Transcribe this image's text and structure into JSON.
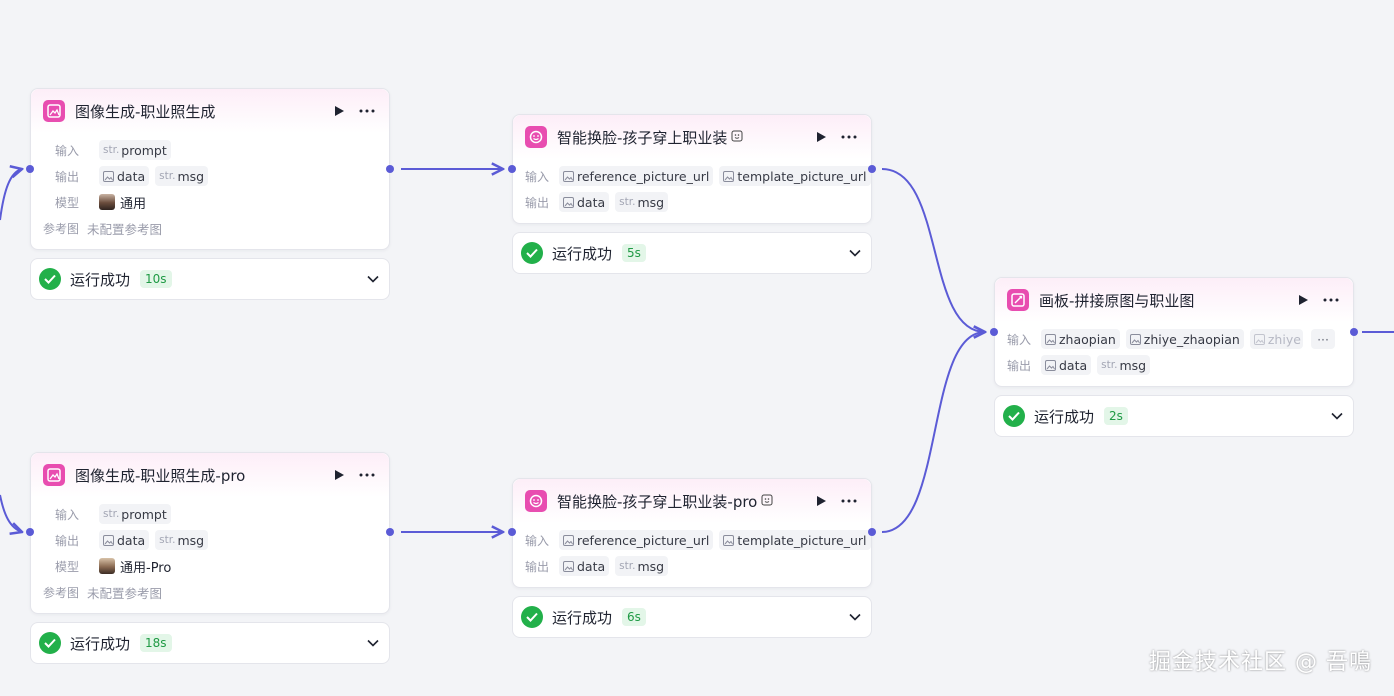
{
  "labels": {
    "input": "输入",
    "output": "输出",
    "model": "模型",
    "reference": "参考图",
    "str_prefix": "str."
  },
  "nodes": {
    "gen1": {
      "title": "图像生成-职业照生成",
      "inputs": [
        "prompt"
      ],
      "outputs": {
        "data": "data",
        "msg": "msg"
      },
      "model": "通用",
      "reference": "未配置参考图",
      "status": {
        "text": "运行成功",
        "time": "10s"
      }
    },
    "gen2": {
      "title": "图像生成-职业照生成-pro",
      "inputs": [
        "prompt"
      ],
      "outputs": {
        "data": "data",
        "msg": "msg"
      },
      "model": "通用-Pro",
      "reference": "未配置参考图",
      "status": {
        "text": "运行成功",
        "time": "18s"
      }
    },
    "swap1": {
      "title": "智能换脸-孩子穿上职业装",
      "inputs": [
        "reference_picture_url",
        "template_picture_url"
      ],
      "outputs": {
        "data": "data",
        "msg": "msg"
      },
      "status": {
        "text": "运行成功",
        "time": "5s"
      }
    },
    "swap2": {
      "title": "智能换脸-孩子穿上职业装-pro",
      "inputs": [
        "reference_picture_url",
        "template_picture_url"
      ],
      "outputs": {
        "data": "data",
        "msg": "msg"
      },
      "status": {
        "text": "运行成功",
        "time": "6s"
      }
    },
    "canvas": {
      "title": "画板-拼接原图与职业图",
      "inputs": [
        "zhaopian",
        "zhiye_zhaopian",
        "zhiye"
      ],
      "more": "···",
      "outputs": {
        "data": "data",
        "msg": "msg"
      },
      "status": {
        "text": "运行成功",
        "time": "2s"
      }
    }
  },
  "colors": {
    "accent": "#5b5bd6",
    "node_icon": "#e84db0",
    "success": "#22b04a",
    "success_text": "#1f9a44",
    "success_bg": "#e3f6e8"
  },
  "icons": {
    "image_gen": "image-generate-icon",
    "face_swap": "face-swap-icon",
    "canvas": "canvas-icon",
    "run": "play-icon",
    "menu": "more-icon",
    "status": "check-circle-icon",
    "expand": "chevron-down-icon"
  },
  "watermark": "掘金技术社区 @ 吾鳴"
}
